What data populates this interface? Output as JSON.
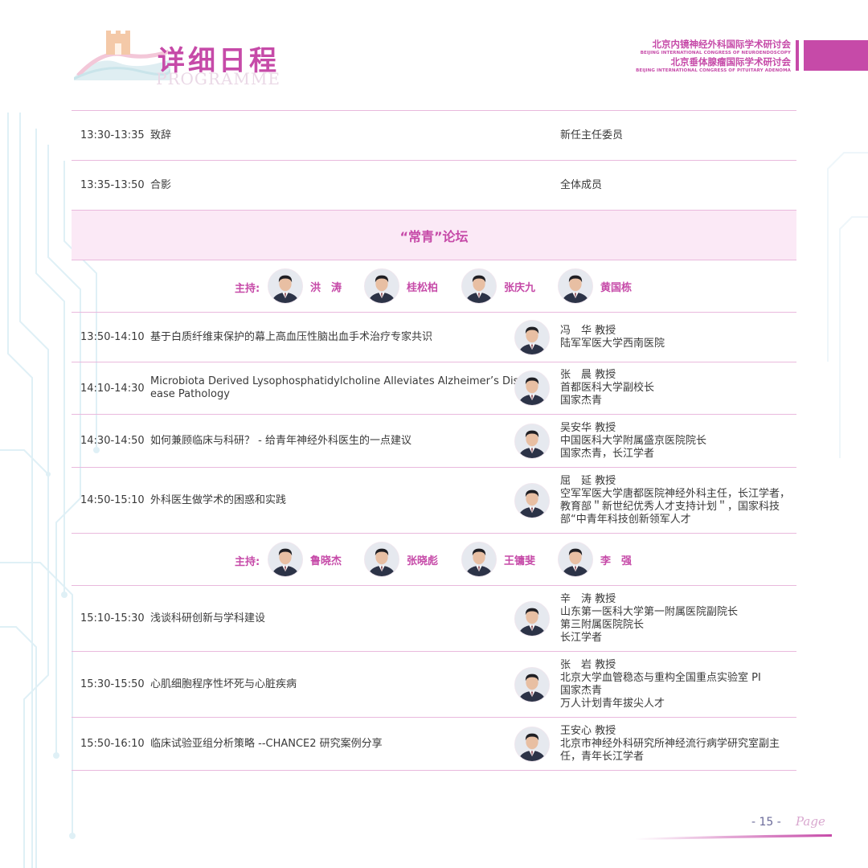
{
  "header": {
    "title": "详细日程",
    "subtitle": "PROGRAMME",
    "org1_cn": "北京内镜神经外科国际学术研讨会",
    "org1_en": "BEIJING INTERNATIONAL CONGRESS OF NEUROENDOSCOPY",
    "org2_cn": "北京垂体腺瘤国际学术研讨会",
    "org2_en": "BEIJING INTERNATIONAL CONGRESS OF PITUITARY ADENOMA"
  },
  "pre_rows": [
    {
      "time": "13:30-13:35",
      "title": "致辞",
      "speaker": [
        "新任主任委员"
      ]
    },
    {
      "time": "13:35-13:50",
      "title": "合影",
      "speaker": [
        "全体成员"
      ]
    }
  ],
  "forum": {
    "title": "“常青”论坛"
  },
  "chair_label": "主持:",
  "chairs1": [
    "洪　涛",
    "桂松柏",
    "张庆九",
    "黄国栋"
  ],
  "session1": [
    {
      "time": "13:50-14:10",
      "title": [
        "基于白质纤维束保护的幕上高血压性脑出血手术治疗专家共识"
      ],
      "speaker": [
        "冯　华 教授",
        "陆军军医大学西南医院"
      ]
    },
    {
      "time": "14:10-14:30",
      "title": [
        "Microbiota Derived Lysophosphatidylcholine Alleviates Alzheimer’s Dis-",
        "ease Pathology"
      ],
      "speaker": [
        "张　晨 教授",
        "首都医科大学副校长",
        "国家杰青"
      ]
    },
    {
      "time": "14:30-14:50",
      "title": [
        "如何兼顾临床与科研？ - 给青年神经外科医生的一点建议"
      ],
      "speaker": [
        "吴安华 教授",
        "中国医科大学附属盛京医院院长",
        "国家杰青，长江学者"
      ]
    },
    {
      "time": "14:50-15:10",
      "title": [
        "外科医生做学术的困惑和实践"
      ],
      "speaker": [
        "屈　延 教授",
        "空军军医大学唐都医院神经外科主任，长江学者，",
        "教育部＂新世纪优秀人才支持计划＂，国家科技",
        "部“中青年科技创新领军人才"
      ]
    }
  ],
  "chairs2": [
    "鲁晓杰",
    "张晓彪",
    "王镛斐",
    "李　强"
  ],
  "session2": [
    {
      "time": "15:10-15:30",
      "title": [
        "浅谈科研创新与学科建设"
      ],
      "speaker": [
        "辛　涛 教授",
        "山东第一医科大学第一附属医院副院长",
        "第三附属医院院长",
        "长江学者"
      ]
    },
    {
      "time": "15:30-15:50",
      "title": [
        "心肌细胞程序性坏死与心脏疾病"
      ],
      "speaker": [
        "张　岩 教授",
        "北京大学血管稳态与重构全国重点实验室 PI",
        "国家杰青",
        "万人计划青年拔尖人才"
      ]
    },
    {
      "time": "15:50-16:10",
      "title": [
        "临床试验亚组分析策略 --CHANCE2 研究案例分享"
      ],
      "speaker": [
        "王安心 教授",
        "北京市神经外科研究所神经流行病学研究室副主",
        "任，青年长江学者"
      ]
    }
  ],
  "footer": {
    "page": "- 15 -",
    "word": "Page"
  },
  "colors": {
    "accent": "#c64aa8",
    "forum_bg": "#fbe9f6",
    "rule": "#e9b9dd"
  }
}
